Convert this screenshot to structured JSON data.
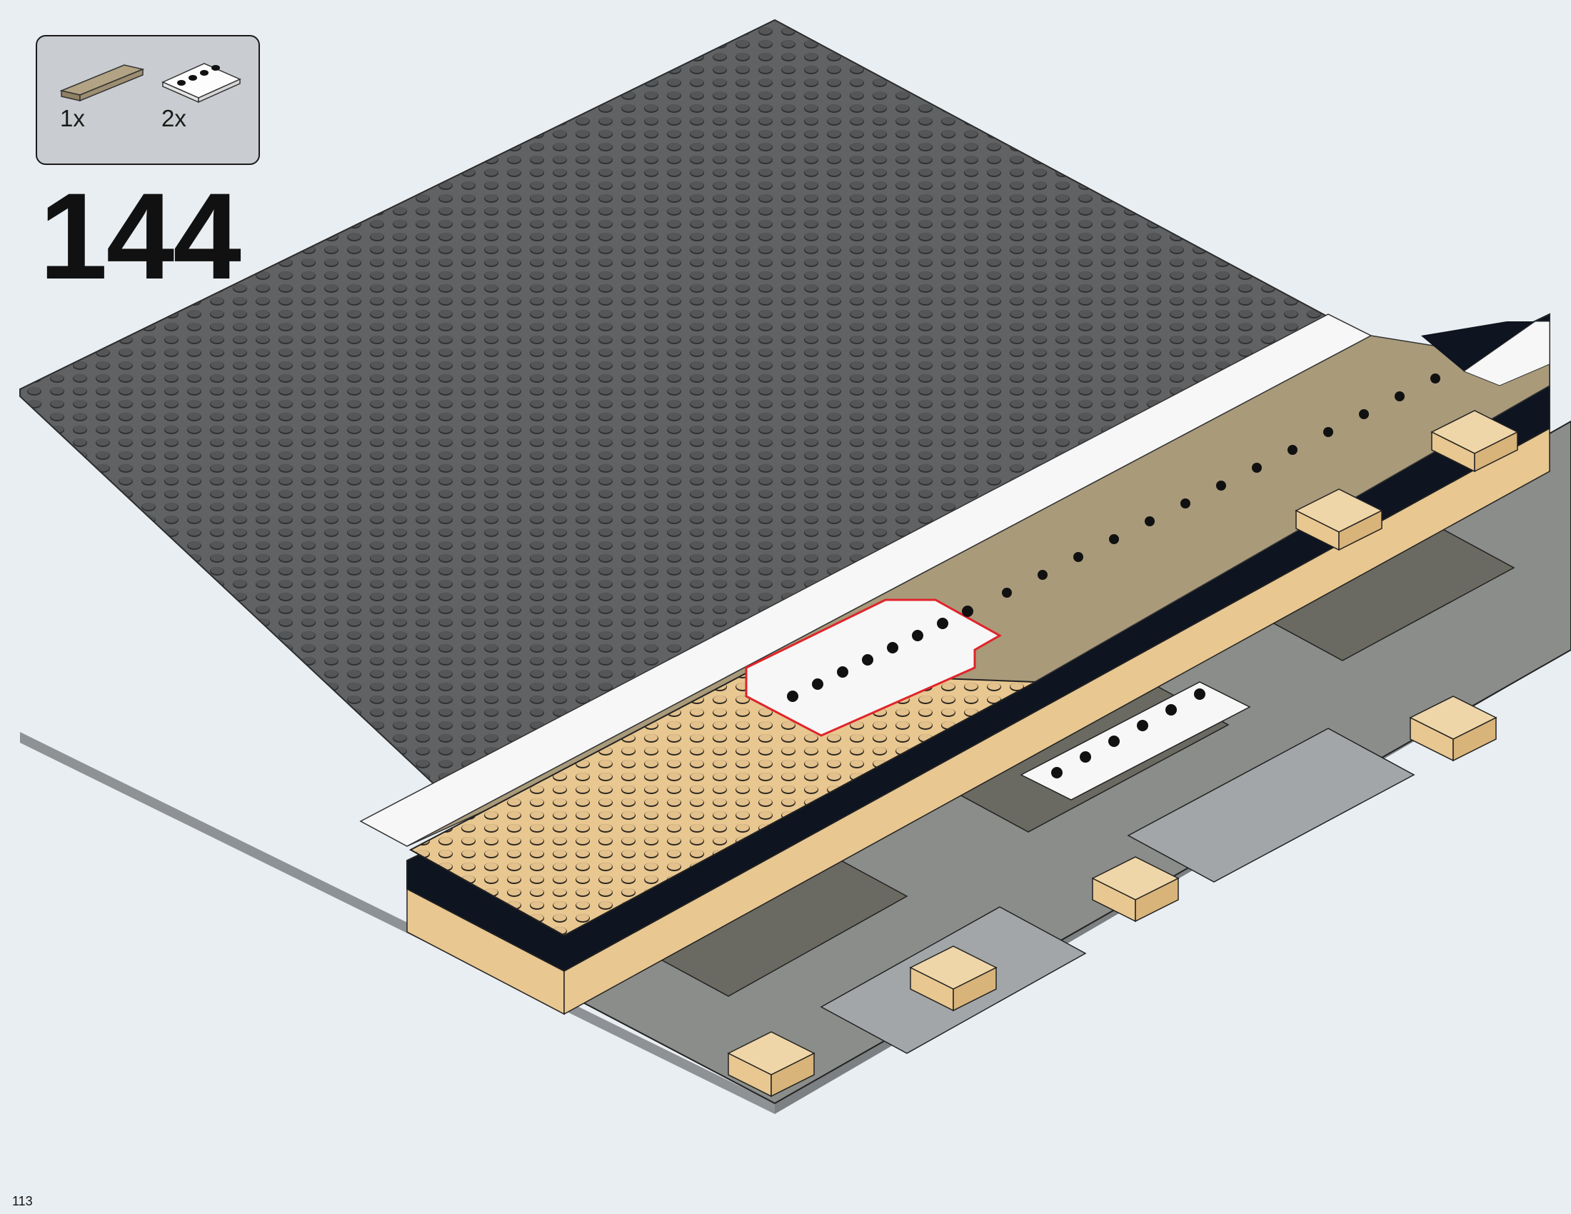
{
  "page_number": "113",
  "step": {
    "number": "144"
  },
  "parts_callout": {
    "items": [
      {
        "name": "dark-tan-tile",
        "quantity": "1x",
        "color": "#a99a7a"
      },
      {
        "name": "white-plate-with-studs",
        "quantity": "2x",
        "color": "#ffffff"
      }
    ]
  },
  "colors": {
    "background": "#e9eef2",
    "baseplate": "#5f6163",
    "baseplate_stud": "#4b4d4f",
    "tan": "#e8c791",
    "dark_tan": "#a99a7a",
    "white": "#f7f7f7",
    "black": "#0e1520",
    "light_gray": "#a3a6a9",
    "dark_gray": "#6b6b64",
    "highlight": "#e0242a"
  }
}
